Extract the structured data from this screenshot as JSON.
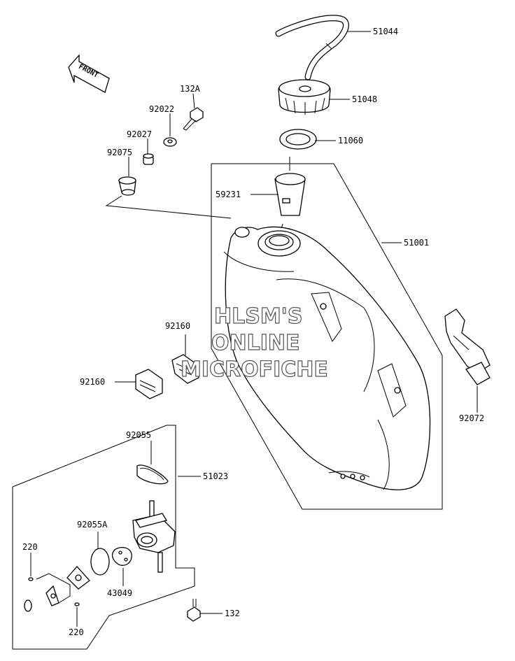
{
  "front_arrow": {
    "label": "FRONT"
  },
  "watermark": {
    "line1": "HLSM'S",
    "line2": "ONLINE",
    "line3": "MICROFICHE"
  },
  "parts": {
    "p51044": "51044",
    "p51048": "51048",
    "p11060": "11060",
    "p59231": "59231",
    "p51001": "51001",
    "p132A": "132A",
    "p92022": "92022",
    "p92027": "92027",
    "p92075": "92075",
    "p92160a": "92160",
    "p92160b": "92160",
    "p92072": "92072",
    "p92055": "92055",
    "p51023": "51023",
    "p92055A": "92055A",
    "p43049": "43049",
    "p220a": "220",
    "p220b": "220",
    "p132": "132"
  }
}
